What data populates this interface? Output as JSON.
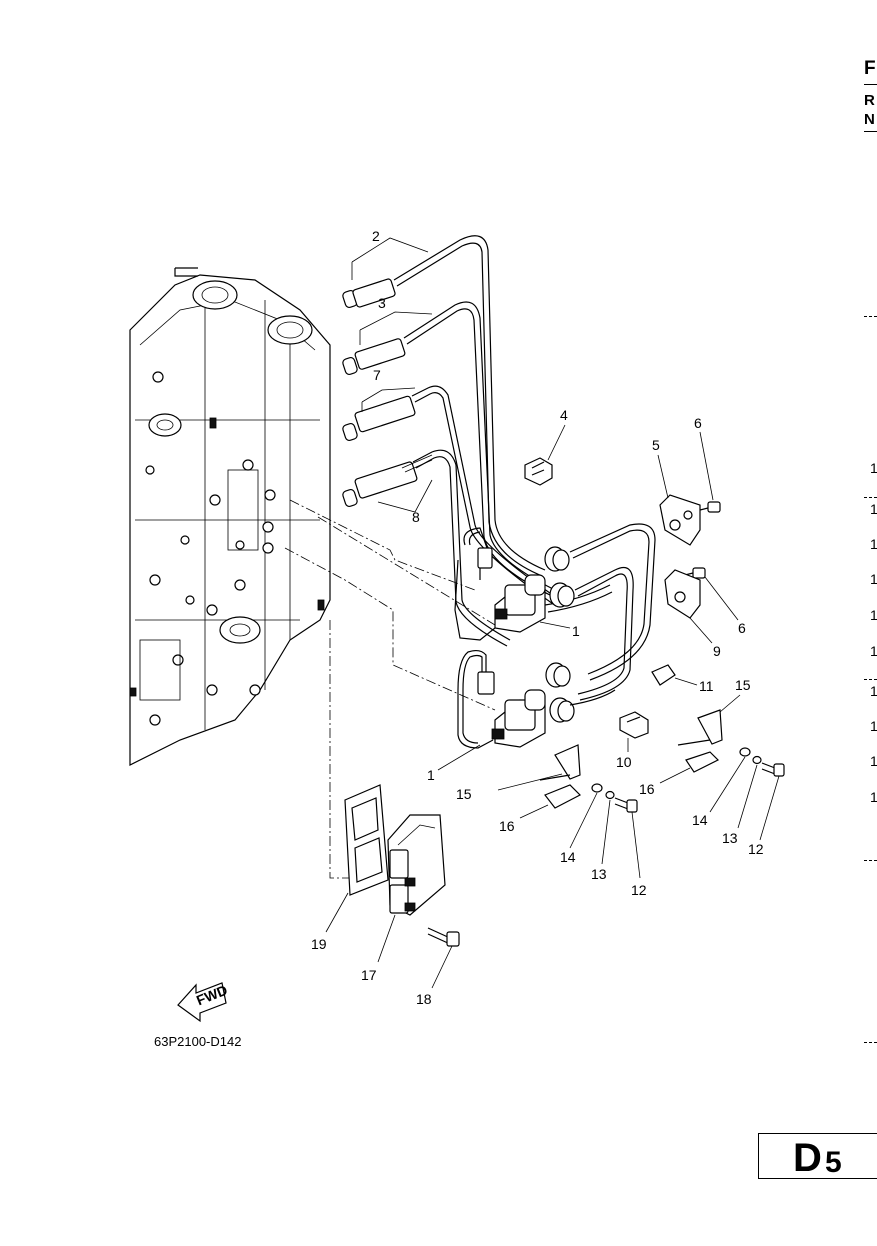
{
  "figure_code": "63P2100-D142",
  "page_badge": {
    "letter": "D",
    "number": "5"
  },
  "fwd_label": "FWD",
  "edge_letters": [
    "F",
    "R",
    "N"
  ],
  "edge_numbers": [
    "1",
    "1",
    "1",
    "1",
    "1",
    "1",
    "1",
    "1",
    "1",
    "1"
  ],
  "callouts": {
    "c1a": "1",
    "c1b": "1",
    "c2": "2",
    "c3": "3",
    "c4": "4",
    "c5": "5",
    "c6a": "6",
    "c6b": "6",
    "c7": "7",
    "c8": "8",
    "c9": "9",
    "c10": "10",
    "c11": "11",
    "c12a": "12",
    "c12b": "12",
    "c13a": "13",
    "c13b": "13",
    "c14a": "14",
    "c14b": "14",
    "c15a": "15",
    "c15b": "15",
    "c16a": "16",
    "c16b": "16",
    "c17": "17",
    "c18": "18",
    "c19": "19"
  }
}
